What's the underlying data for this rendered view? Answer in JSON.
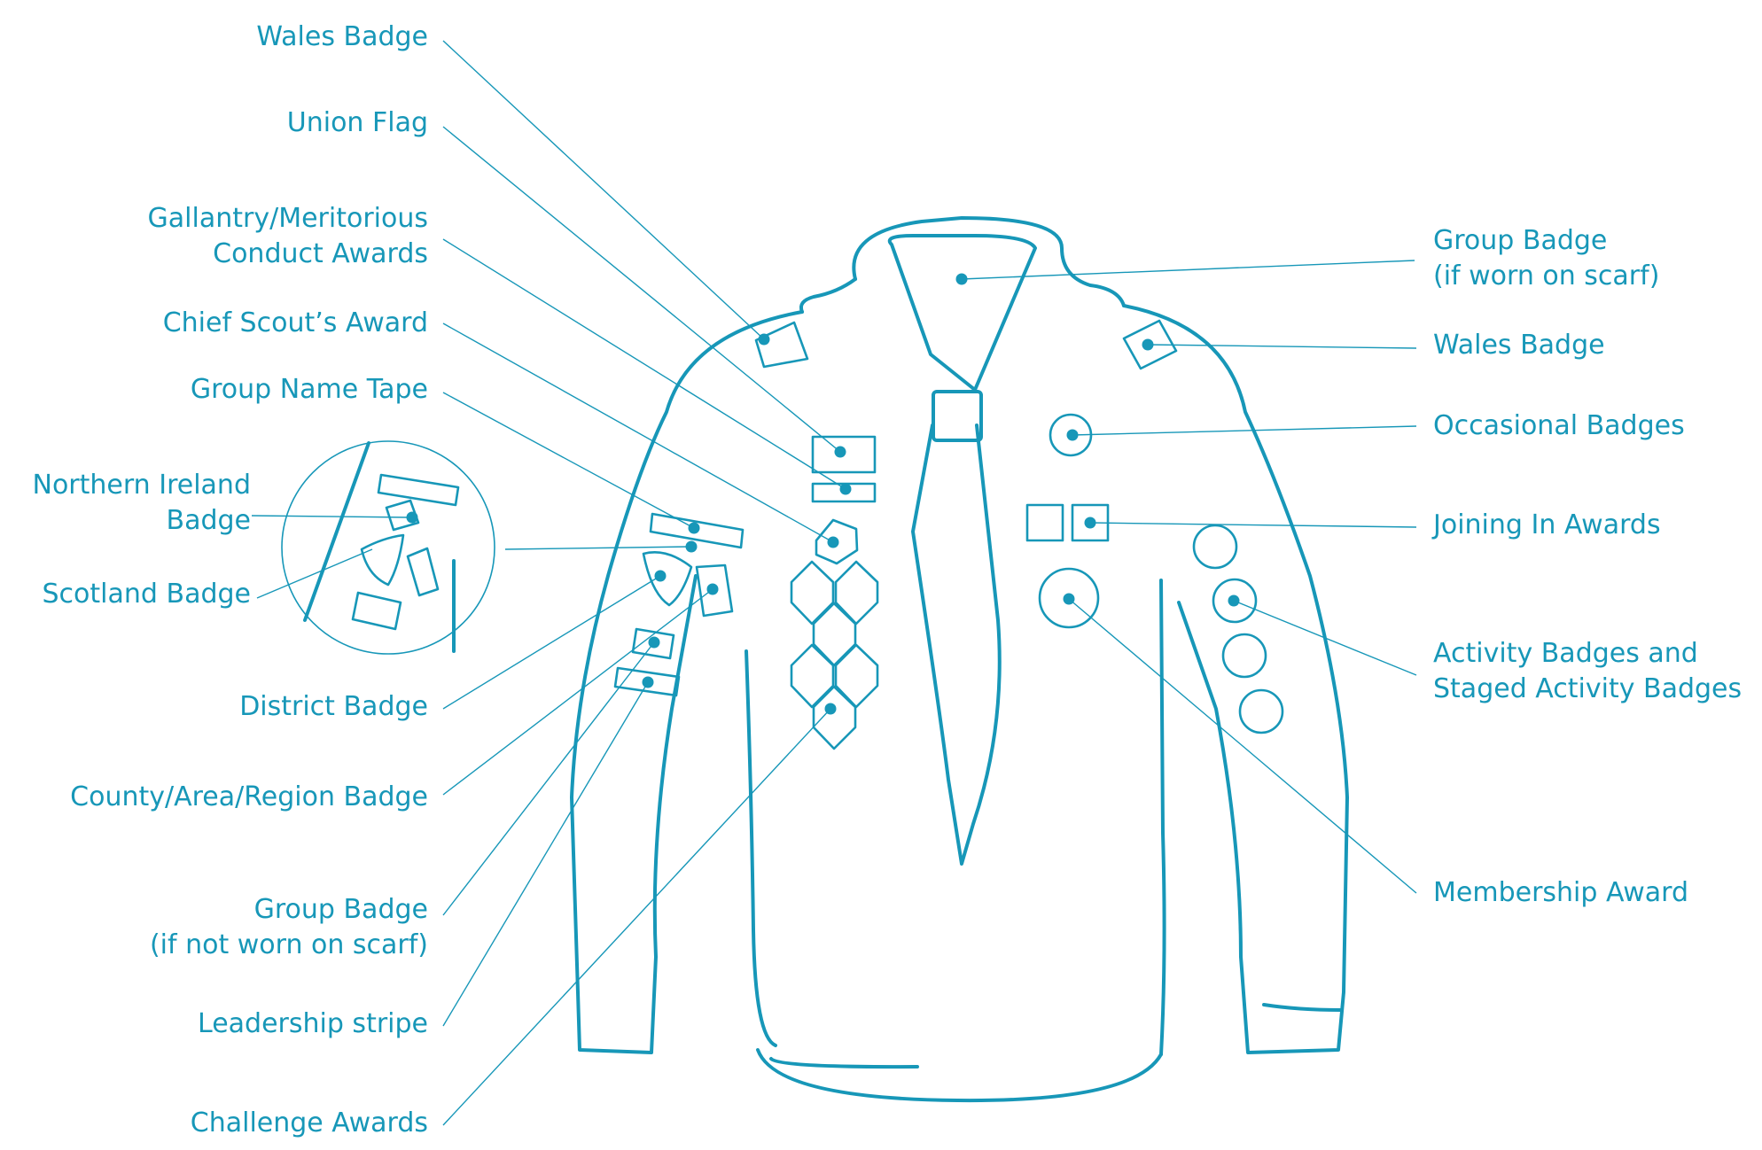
{
  "colors": {
    "accent": "#1797b8",
    "background": "#ffffff"
  },
  "labels": {
    "wales_left": "Wales Badge",
    "union_flag": "Union Flag",
    "gallantry": [
      "Gallantry/Meritorious",
      "Conduct Awards"
    ],
    "chief_scout": "Chief Scout’s Award",
    "group_name_tape": "Group Name Tape",
    "northern_ireland": [
      "Northern Ireland",
      "Badge"
    ],
    "scotland": "Scotland Badge",
    "district": "District Badge",
    "county": "County/Area/Region Badge",
    "group_badge_not_scarf": [
      "Group Badge",
      "(if not worn on scarf)"
    ],
    "leadership_stripe": "Leadership stripe",
    "challenge_awards": "Challenge Awards",
    "group_badge_scarf": [
      "Group Badge",
      "(if worn on scarf)"
    ],
    "wales_right": "Wales Badge",
    "occasional": "Occasional Badges",
    "joining_in": "Joining In Awards",
    "activity": [
      "Activity Badges and",
      "Staged Activity Badges"
    ],
    "membership": "Membership Award"
  }
}
